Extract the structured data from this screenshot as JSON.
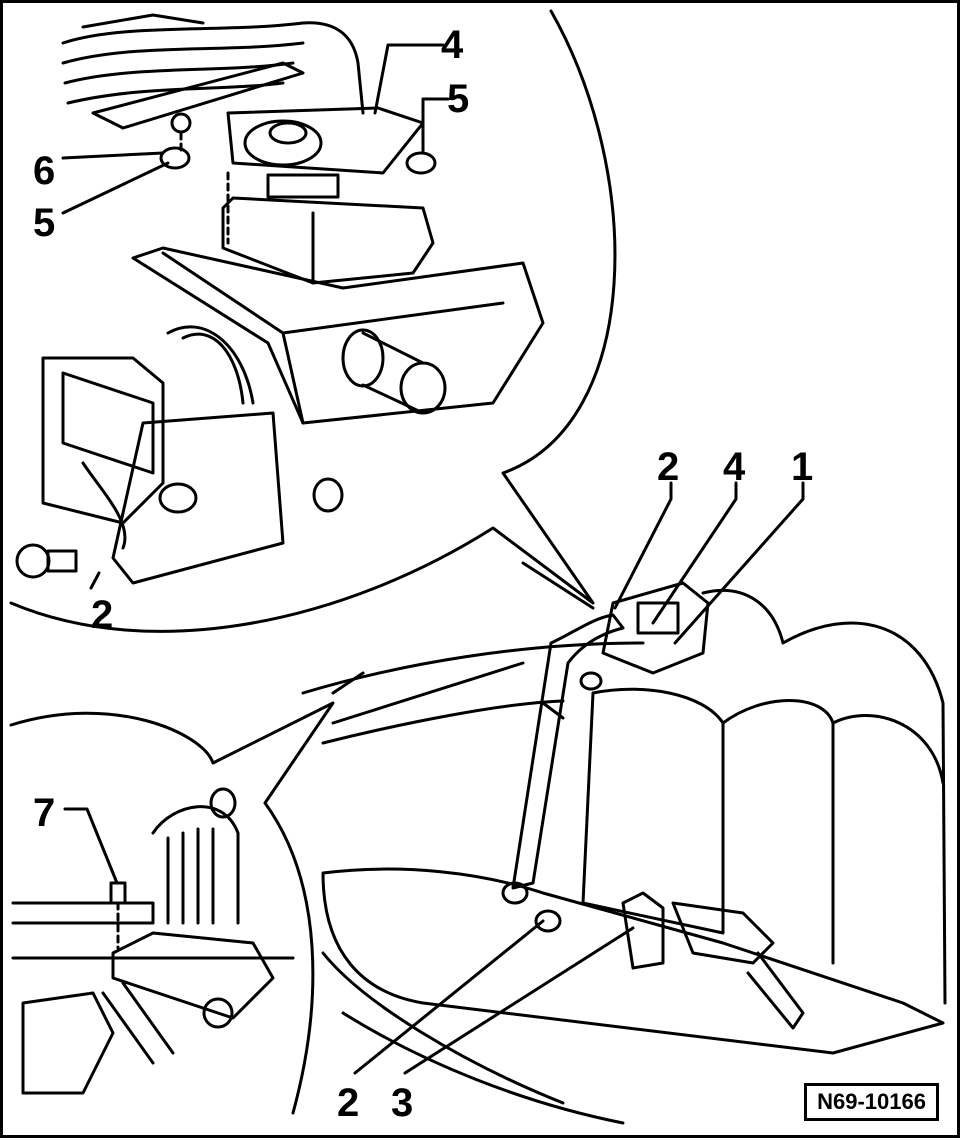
{
  "callouts": {
    "c1": "1",
    "c2_top_detail": "2",
    "c2_main_top": "2",
    "c2_bottom": "2",
    "c3": "3",
    "c4_top_detail": "4",
    "c4_main": "4",
    "c5_right": "5",
    "c5_left": "5",
    "c6": "6",
    "c7": "7"
  },
  "reference": "N69-10166",
  "colors": {
    "ink": "#000000",
    "paper": "#ffffff"
  }
}
